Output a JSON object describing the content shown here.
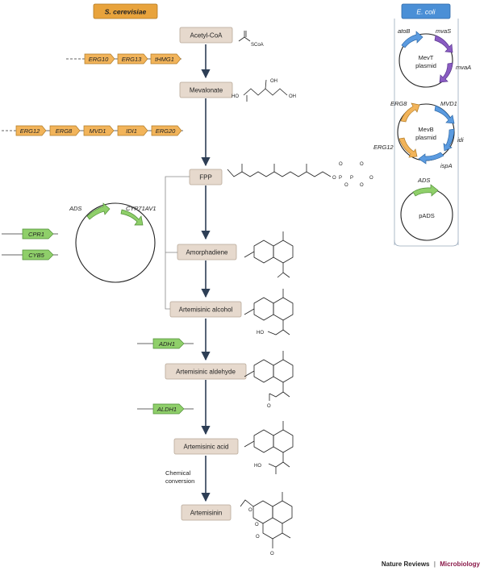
{
  "headers": {
    "yeast": "S. cerevisiae",
    "ecoli": "E. coli",
    "yeast_color": "#e8a33c",
    "ecoli_color": "#4a8fd6"
  },
  "pathway": [
    {
      "id": "acetyl-coa",
      "label": "Acetyl-CoA",
      "struct_label": "SCoA"
    },
    {
      "id": "mevalonate",
      "label": "Mevalonate",
      "struct_labels": [
        "OH",
        "HO",
        "OH"
      ]
    },
    {
      "id": "fpp",
      "label": "FPP",
      "struct_labels": [
        "O",
        "O",
        "P",
        "P",
        "O",
        "O",
        "O",
        "O"
      ]
    },
    {
      "id": "amorphadiene",
      "label": "Amorphadiene"
    },
    {
      "id": "artemisinic-alcohol",
      "label": "Artemisinic alcohol",
      "struct_label": "HO"
    },
    {
      "id": "artemisinic-aldehyde",
      "label": "Artemisinic aldehyde",
      "struct_label": "O"
    },
    {
      "id": "artemisinic-acid",
      "label": "Artemisinic acid",
      "struct_label": "HO"
    },
    {
      "id": "artemisinin",
      "label": "Artemisinin",
      "struct_labels": [
        "O",
        "O",
        "O",
        "O"
      ]
    }
  ],
  "chem_conversion": [
    "Chemical",
    "conversion"
  ],
  "yeast_genes": {
    "row1": [
      "ERG10",
      "ERG13",
      "tHMG1"
    ],
    "row2": [
      "ERG12",
      "ERG8",
      "MVD1",
      "IDI1",
      "ERG20"
    ],
    "plasmid_genes": [
      "ADS",
      "CYP71AV1"
    ],
    "chrom_genes": [
      "CPR1",
      "CYB5"
    ],
    "downstream": [
      "ADH1",
      "ALDH1"
    ],
    "gene_color": "#f2b45a",
    "gene_stroke": "#b07a25",
    "green": "#8fcf6a",
    "green_stroke": "#4f8f35"
  },
  "ecoli_plasmids": {
    "mevt": {
      "label": [
        "MevT",
        "plasmid"
      ],
      "genes": [
        "atoB",
        "mvaS",
        "mvaA"
      ]
    },
    "mevb": {
      "label": [
        "MevB",
        "plasmid"
      ],
      "genes": [
        "ERG8",
        "MVD1",
        "idi",
        "ispA",
        "ERG12"
      ]
    },
    "pads": {
      "label": "pADS",
      "genes": [
        "ADS"
      ]
    },
    "blue": "#5b9be0",
    "purple": "#8a5cc2",
    "orange": "#f2b45a",
    "green": "#8fcf6a"
  },
  "credit": {
    "journal": "Nature Reviews",
    "separator": "|",
    "section": "Microbiology"
  }
}
